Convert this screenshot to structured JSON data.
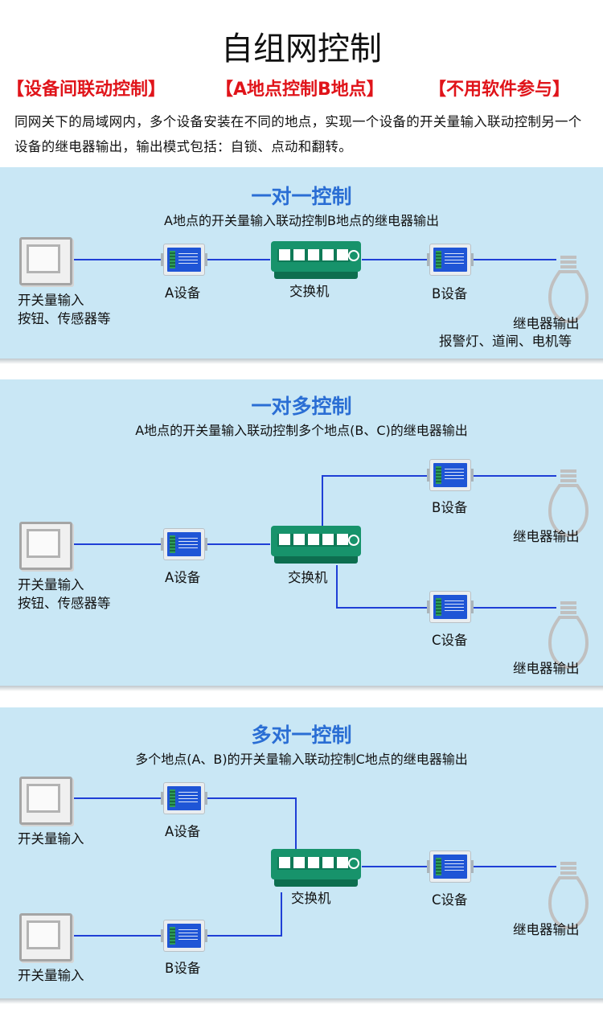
{
  "title": "自组网控制",
  "tags": [
    "【设备间联动控制】",
    "【A地点控制B地点】",
    "【不用软件参与】"
  ],
  "intro": "同网关下的局域网内，多个设备安装在不同的地点，实现一个设备的开关量输入联动控制另一个设备的继电器输出，输出模式包括：自锁、点动和翻转。",
  "colors": {
    "accent": "#2a6ed4",
    "tag_red": "#e0141a",
    "panel_bg": "#c9e7f5",
    "wire": "#1f3fd6",
    "switch_green": "#17936b"
  },
  "icons": [
    "wall-switch-icon",
    "io-device-icon",
    "network-switch-icon",
    "light-bulb-icon"
  ],
  "sections": [
    {
      "title": "一对一控制",
      "subtitle": "A地点的开关量输入联动控制B地点的继电器输出",
      "switch_label1": "开关量输入",
      "switch_label2": "按钮、传感器等",
      "device_a": "A设备",
      "hub": "交换机",
      "device_b": "B设备",
      "output_label1": "继电器输出",
      "output_label2": "报警灯、道闸、电机等"
    },
    {
      "title": "一对多控制",
      "subtitle": "A地点的开关量输入联动控制多个地点(B、C)的继电器输出",
      "switch_label1": "开关量输入",
      "switch_label2": "按钮、传感器等",
      "device_a": "A设备",
      "hub": "交换机",
      "device_b": "B设备",
      "device_c": "C设备",
      "output_b": "继电器输出",
      "output_c": "继电器输出"
    },
    {
      "title": "多对一控制",
      "subtitle": "多个地点(A、B)的开关量输入联动控制C地点的继电器输出",
      "switch_a": "开关量输入",
      "switch_b": "开关量输入",
      "device_a": "A设备",
      "device_b": "B设备",
      "hub": "交换机",
      "device_c": "C设备",
      "output_c": "继电器输出"
    }
  ]
}
